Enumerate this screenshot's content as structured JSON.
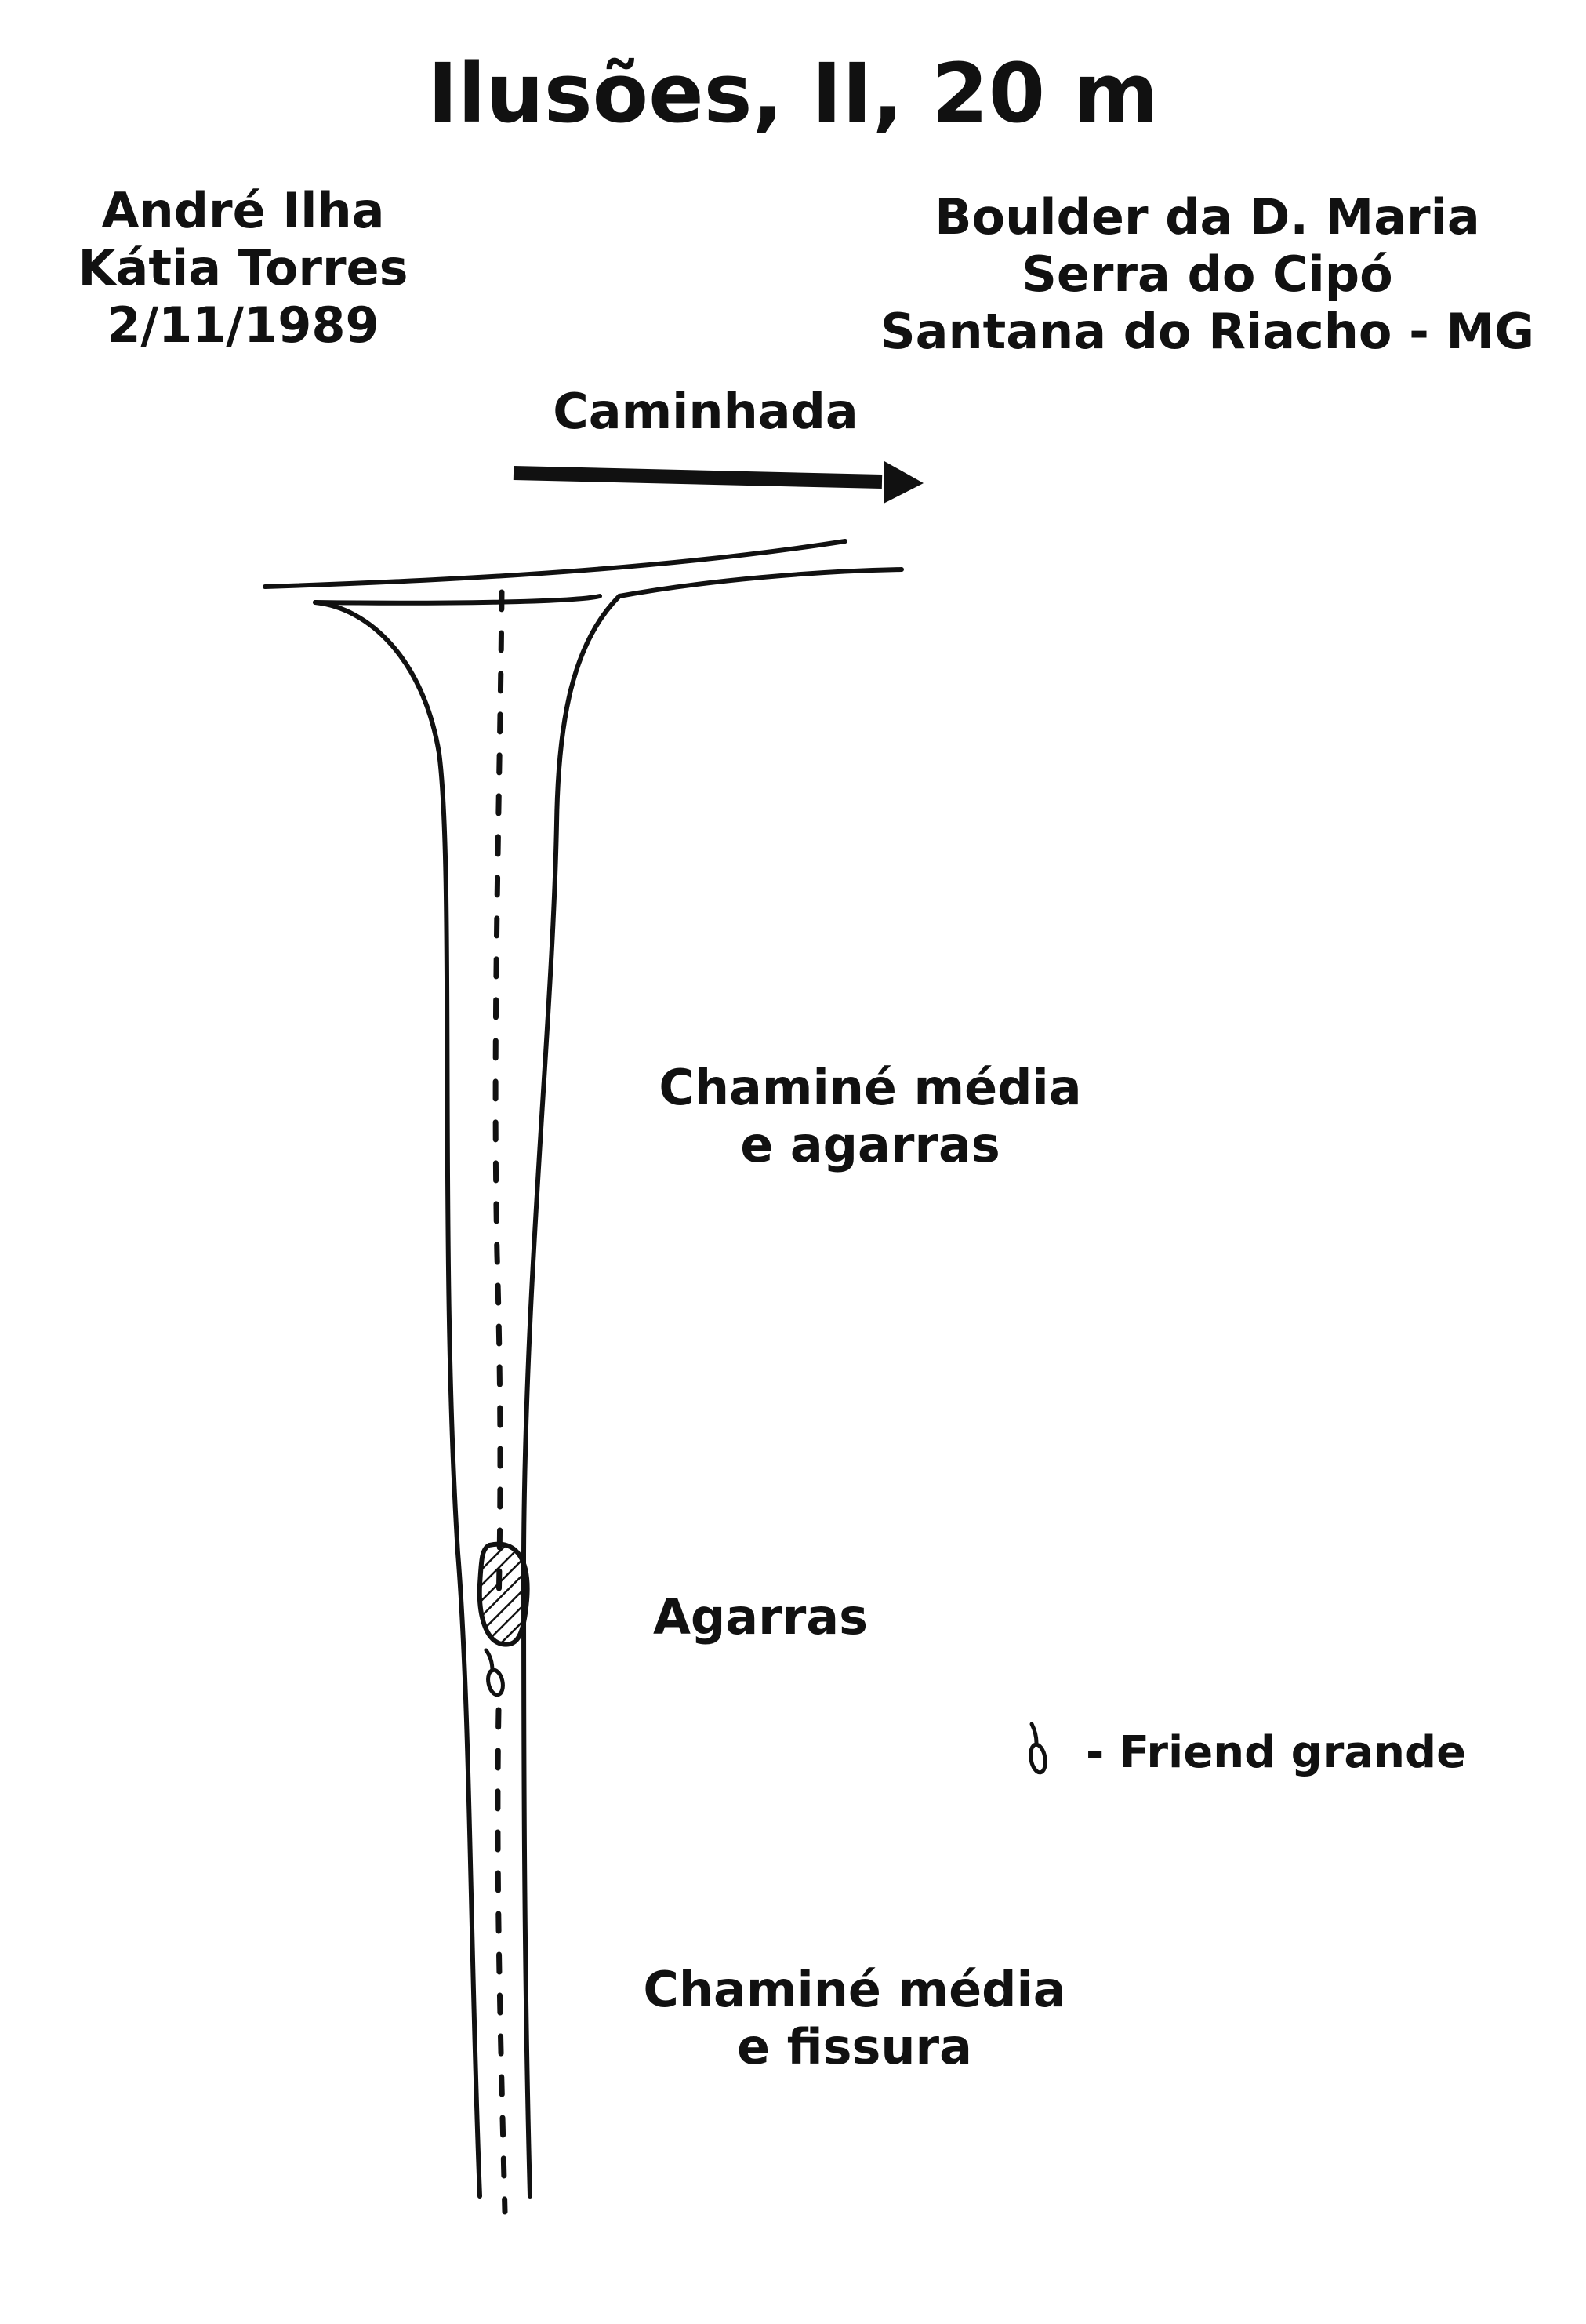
{
  "title": "Ilusões, II, 20 m",
  "authors": [
    "André Ilha",
    "Kátia Torres",
    "2/11/1989"
  ],
  "location": [
    "Boulder da D. Maria",
    "Serra do Cipó",
    "Santana do Riacho - MG"
  ],
  "labels": {
    "approach": "Caminhada",
    "upper_section": [
      "Chaminé média",
      "e agarras"
    ],
    "crux": "Agarras",
    "lower_section": [
      "Chaminé média",
      "e fissura"
    ]
  },
  "legend": {
    "text": "- Friend grande",
    "symbol": "friend-icon"
  },
  "colors": {
    "ink": "#111111",
    "background": "#ffffff"
  }
}
